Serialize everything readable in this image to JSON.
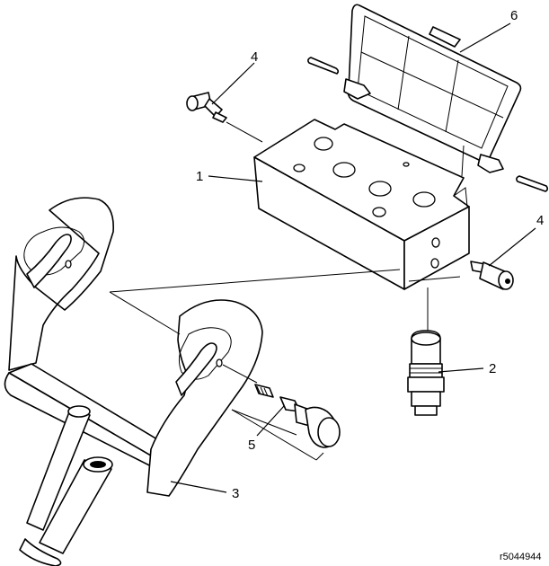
{
  "diagram": {
    "callouts": {
      "valve_block": "1",
      "cartridge": "2",
      "bracket": "3",
      "screw_left": "4",
      "screw_right": "4",
      "plunger_kit": "5",
      "gasket_cover": "6"
    },
    "reference_code": "r5044944"
  }
}
